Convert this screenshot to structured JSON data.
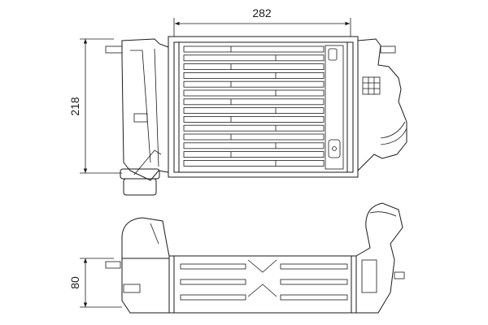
{
  "drawing": {
    "dimensions": {
      "width": "282",
      "height": "218",
      "depth": "80"
    },
    "line_color": "#1a1a1a",
    "background": "#ffffff"
  }
}
